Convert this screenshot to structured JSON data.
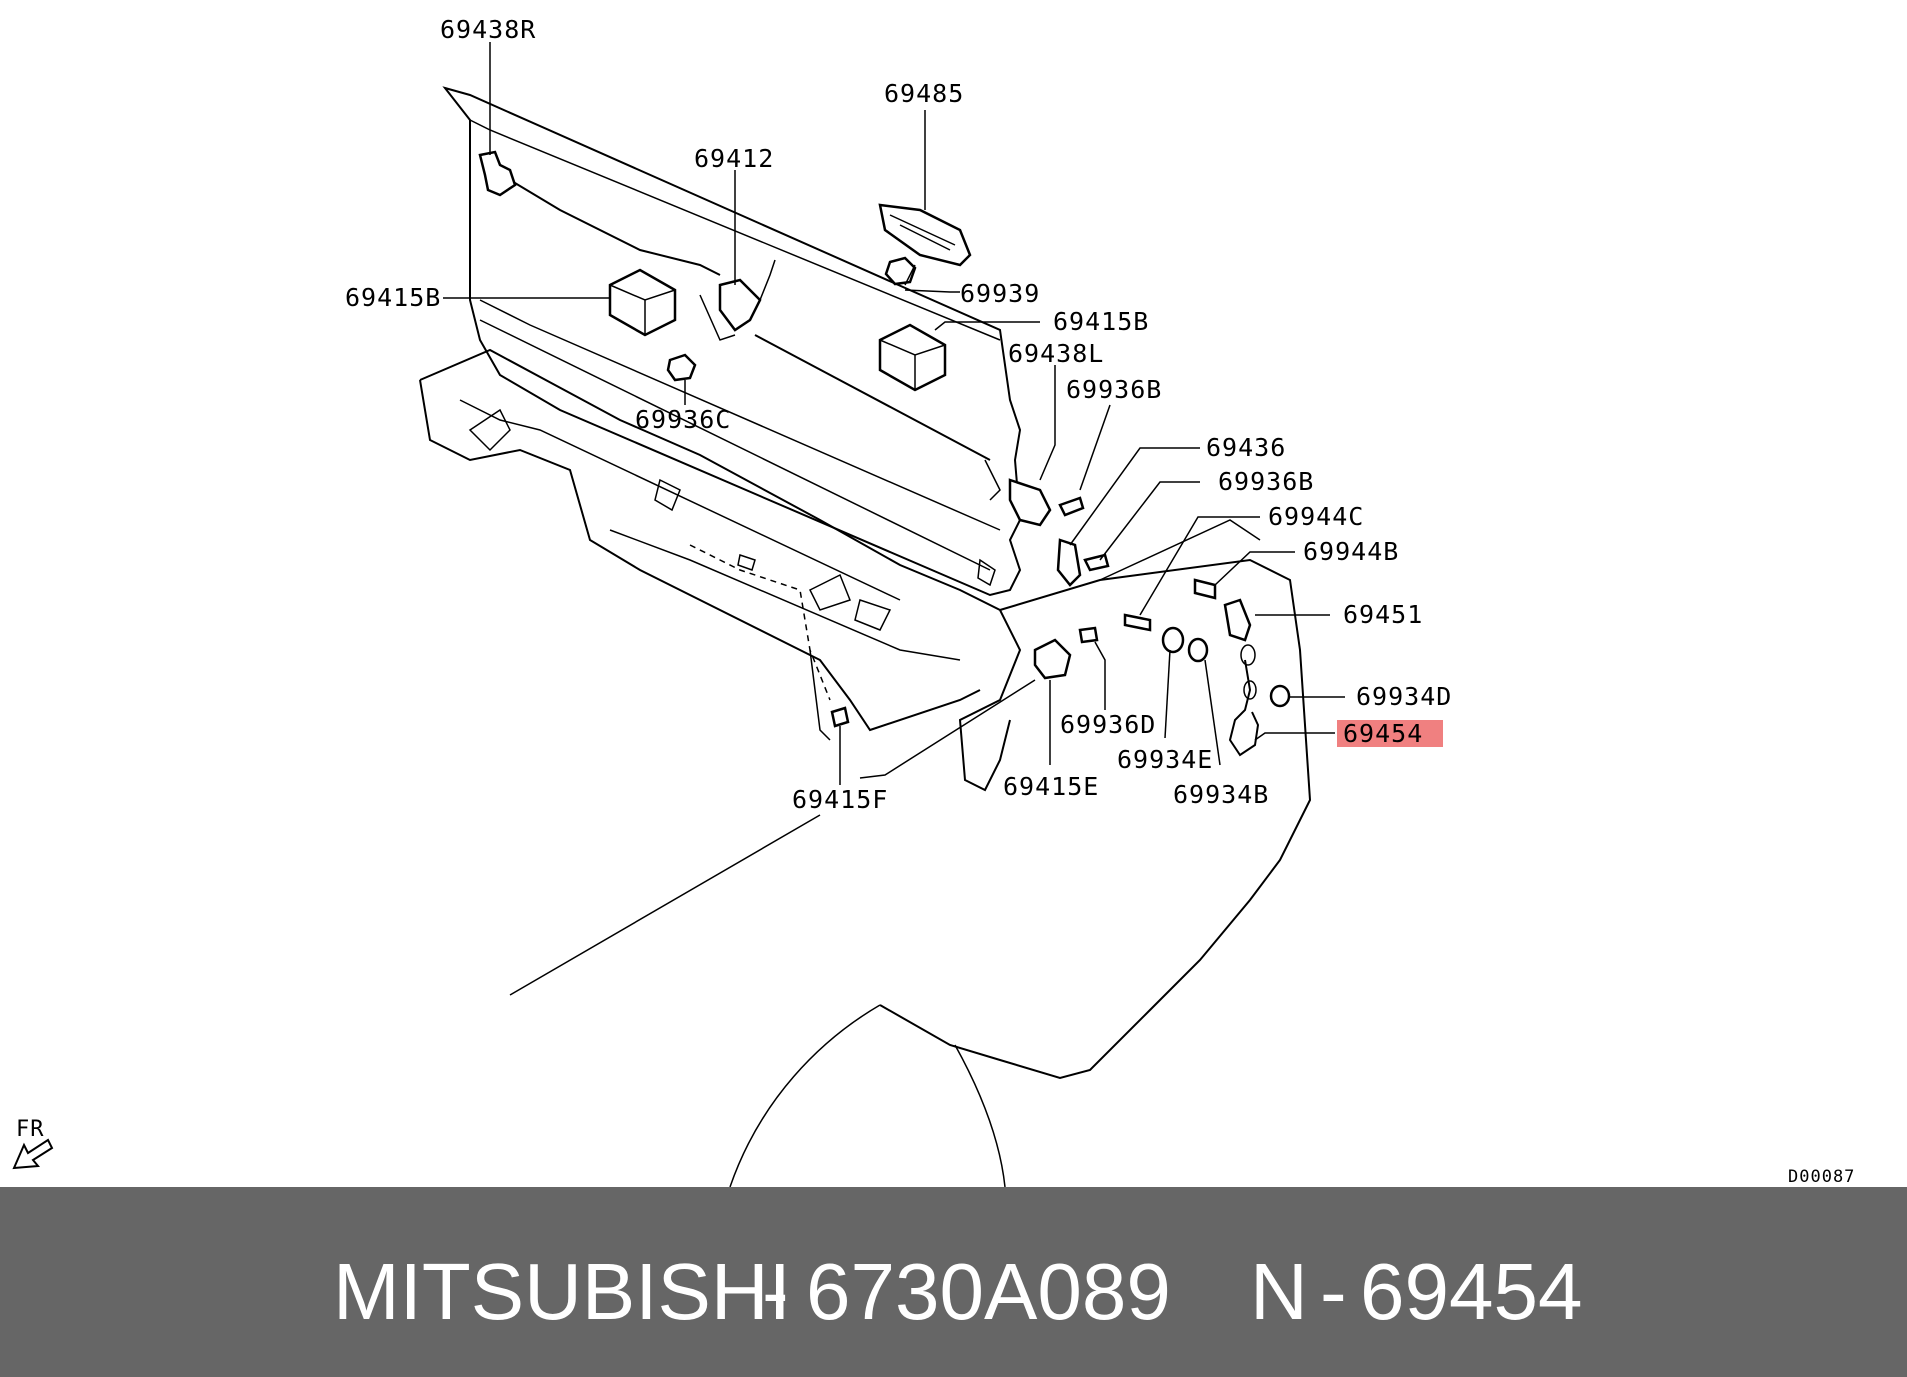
{
  "diagram": {
    "labels": {
      "l69438R": "69438R",
      "l69485": "69485",
      "l69412": "69412",
      "l69415B_a": "69415B",
      "l69939": "69939",
      "l69415B_b": "69415B",
      "l69438L": "69438L",
      "l69936B_a": "69936B",
      "l69936C": "69936C",
      "l69436": "69436",
      "l69936B_b": "69936B",
      "l69944C": "69944C",
      "l69944B": "69944B",
      "l69451": "69451",
      "l69934D": "69934D",
      "l69454": "69454",
      "l69936D": "69936D",
      "l69934E": "69934E",
      "l69934B": "69934B",
      "l69415E": "69415E",
      "l69415F": "69415F"
    },
    "highlight_color": "#f08080",
    "direction_label": "FR",
    "drawing_code": "D00087"
  },
  "footer": {
    "brand": "MITSUBISHI",
    "sep1": "-",
    "part_number": "6730A089",
    "ref_prefix": "N",
    "sep2": "-",
    "ref_number": "69454"
  }
}
